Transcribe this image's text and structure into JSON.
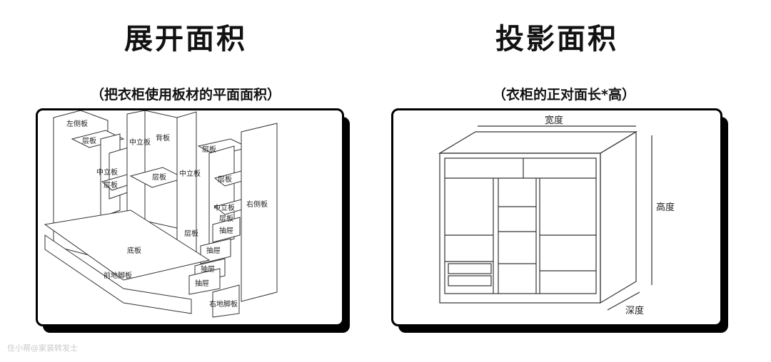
{
  "left": {
    "title": "展开面积",
    "subtitle": "（把衣柜使用板材的平面面积）",
    "labels": {
      "left_side_panel": "左侧板",
      "shelf_top_left": "层板",
      "middle_panel_1": "中立板",
      "shelf_left_low": "层板",
      "middle_panel_2": "中立板",
      "back_panel": "背板",
      "shelf_center": "层板",
      "middle_panel_3": "中立板",
      "shelf_right_top": "层板",
      "shelf_right_mid": "层板",
      "middle_panel_4": "中立板",
      "shelf_right_low": "层板",
      "right_side_panel": "右侧板",
      "drawer_1": "抽屉",
      "drawer_2": "抽屉",
      "drawer_3": "抽屉",
      "drawer_4": "抽屉",
      "bottom_panel": "底板",
      "front_kick_panel": "前地脚板",
      "right_kick_panel": "右地脚板",
      "shelf_small": "层板"
    }
  },
  "right": {
    "title": "投影面积",
    "subtitle": "（衣柜的正对面长*高）",
    "width_label": "宽度",
    "height_label": "高度",
    "depth_label": "深度"
  },
  "watermark": "住小帮@家装转发士"
}
